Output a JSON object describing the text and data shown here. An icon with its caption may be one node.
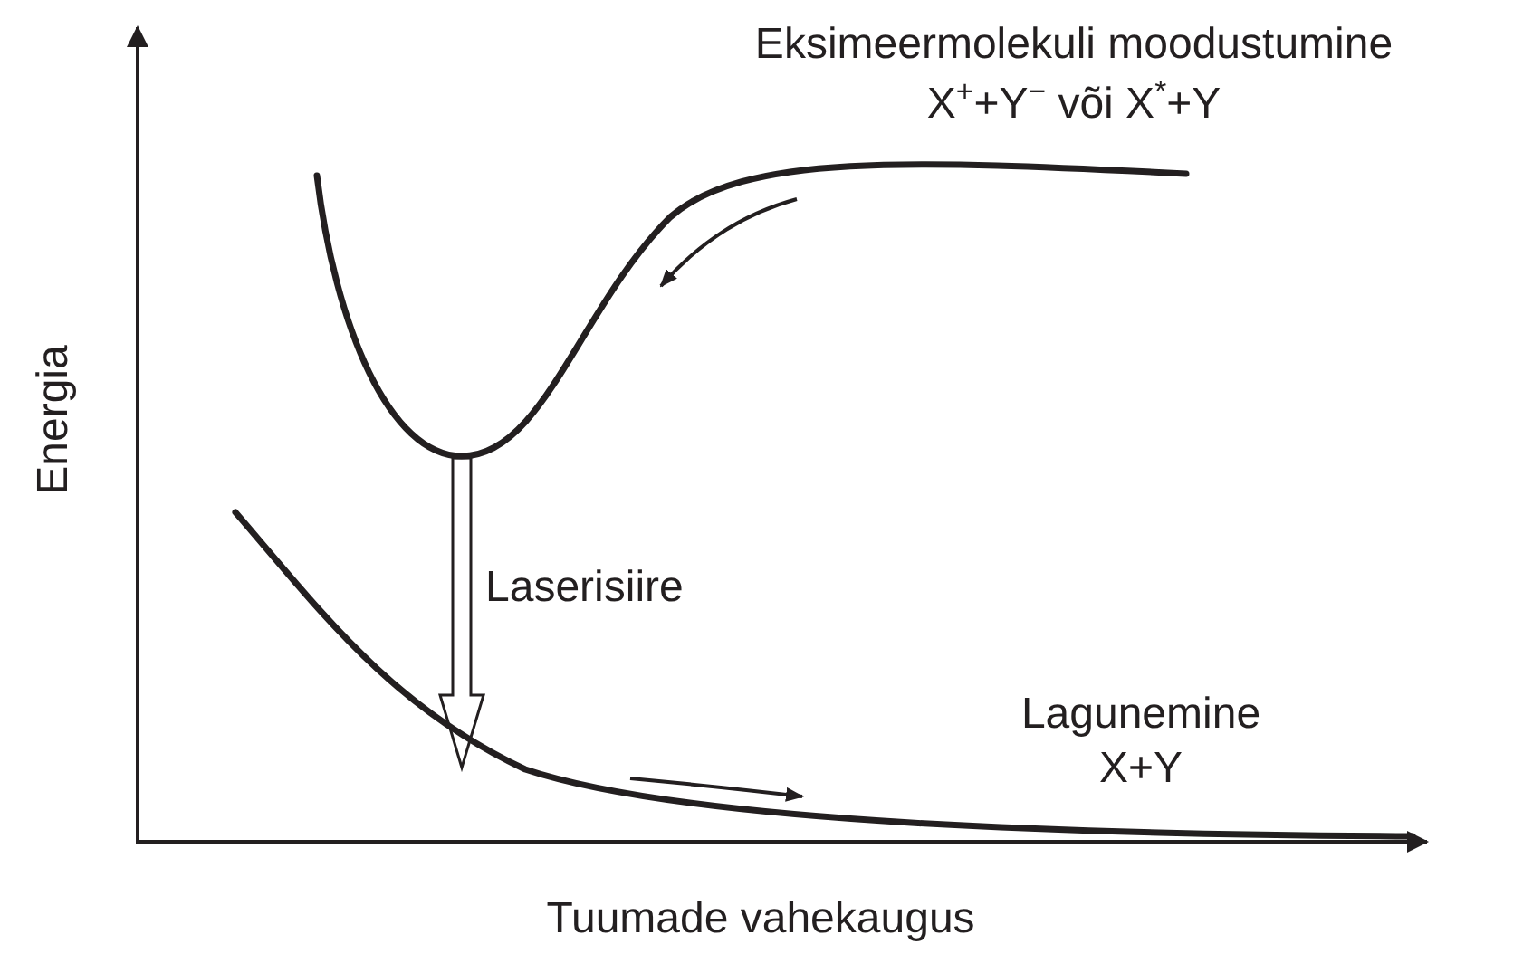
{
  "diagram": {
    "nodes": [
      {
        "text": [],
        "shape": "curve",
        "beside": [
          "Eksimeermolekuli moodustumine",
          "X$^{+}$+Y$^{−}$ või X$^{*}$+Y"
        ]
      },
      {
        "text": [
          "Lagunemine",
          "X+Y"
        ]
      }
    ],
    "edges": [
      {
        "from": 0,
        "to": 1,
        "arrow": "to",
        "label": "Laserisiire"
      }
    ],
    "labels": [
      "Energia",
      "Tuumade vahekaugus"
    ]
  }
}
